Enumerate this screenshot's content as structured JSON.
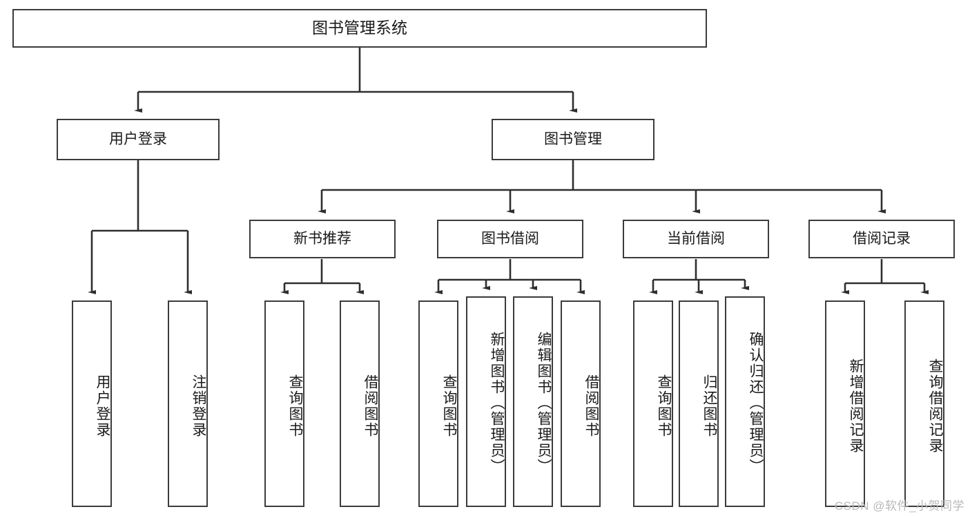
{
  "diagram": {
    "type": "tree",
    "title": "图书管理系统",
    "watermark": "CSDN @软件_小贺同学",
    "root": {
      "label": "图书管理系统"
    },
    "level2": [
      {
        "label": "用户登录"
      },
      {
        "label": "图书管理"
      }
    ],
    "level3": [
      {
        "label": "新书推荐"
      },
      {
        "label": "图书借阅"
      },
      {
        "label": "当前借阅"
      },
      {
        "label": "借阅记录"
      }
    ],
    "leaves": {
      "user_login": [
        {
          "label": "用户登录"
        },
        {
          "label": "注销登录"
        }
      ],
      "new_book_recommend": [
        {
          "label": "查询图书"
        },
        {
          "label": "借阅图书"
        }
      ],
      "book_borrow": [
        {
          "label": "查询图书"
        },
        {
          "label": "新增图书（管理员）"
        },
        {
          "label": "编辑图书（管理员）"
        },
        {
          "label": "借阅图书"
        }
      ],
      "current_borrow": [
        {
          "label": "查询图书"
        },
        {
          "label": "归还图书"
        },
        {
          "label": "确认归还（管理员）"
        }
      ],
      "borrow_record": [
        {
          "label": "新增借阅记录"
        },
        {
          "label": "查询借阅记录"
        }
      ]
    },
    "colors": {
      "stroke": "#3b3b3b",
      "fill": "#ffffff",
      "text": "#1a1a1a",
      "watermark": "#b9b9b9"
    }
  }
}
